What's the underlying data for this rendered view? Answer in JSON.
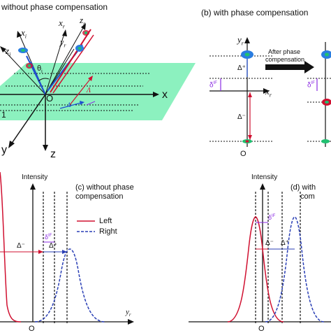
{
  "panel_a": {
    "title": "without phase compensation",
    "labels": {
      "x_i": "x",
      "x_i_sub": "i",
      "z_i": "z",
      "z_i_sub": "i",
      "x_r": "x",
      "x_r_sub": "r",
      "y_r": "y",
      "y_r_sub": "r",
      "z_r": "z",
      "z_r_sub": "r",
      "theta": "θ",
      "theta_sub": "i",
      "origin": "O",
      "x_axis": "x",
      "y_axis": "y",
      "z_axis": "z",
      "lambda": "Λ",
      "lambda_minus": "Λ",
      "one": "1"
    }
  },
  "panel_b": {
    "title": "(b) with phase compensation",
    "labels": {
      "y_r": "y",
      "y_r_sub": "r",
      "x_r": "x",
      "x_r_sub": "r",
      "delta_plus": "Δ⁺",
      "delta_minus": "Δ⁻",
      "delta_if": "δ",
      "delta_if_sup": "IF",
      "delta_if_right": "δ",
      "origin": "O",
      "arrow_text_1": "After phase",
      "arrow_text_2": "compensation"
    }
  },
  "panel_c": {
    "title_line1": "(c) without phase",
    "title_line2": "compensation",
    "ylabel": "Intensity",
    "xlabel": "y",
    "xlabel_sub": "r",
    "origin": "O",
    "delta_minus": "Δ⁻",
    "delta_plus": "Δ⁺",
    "delta_if": "δ",
    "delta_if_sup": "IF",
    "legend": [
      {
        "name": "Left",
        "color": "#d01030",
        "style": "solid"
      },
      {
        "name": "Right",
        "color": "#2a3fb5",
        "style": "dashed"
      }
    ]
  },
  "panel_d": {
    "title_line1": "(d) with",
    "title_line2": "com",
    "ylabel": "Intensity",
    "origin": "O",
    "delta_minus": "Δ⁻",
    "delta_plus": "Δ⁺",
    "delta_if": "δ",
    "delta_if_sup": "IF"
  },
  "colors": {
    "plane": "#7ff0b8",
    "red": "#d01030",
    "blue": "#2a3fb5",
    "purple": "#8a2be2"
  }
}
